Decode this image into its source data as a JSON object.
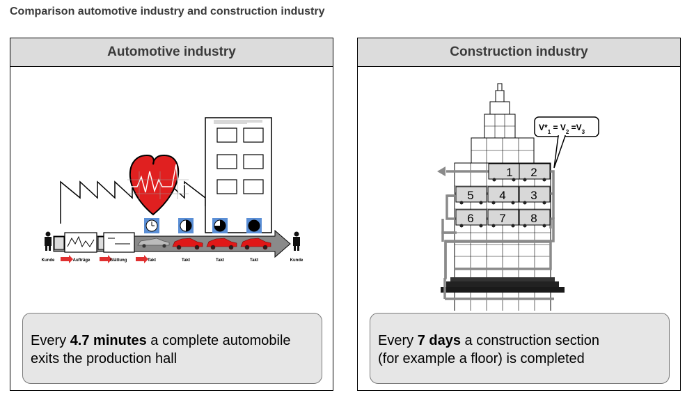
{
  "page": {
    "title": "Comparison automotive industry and construction industry"
  },
  "automotive": {
    "header": "Automotive industry",
    "flow_labels": [
      "Kunde",
      "Aufträge",
      "Glättung",
      "Takt",
      "Takt",
      "Takt",
      "Takt",
      "Kunde"
    ],
    "caption": {
      "pre": "Every ",
      "bold": "4.7 minutes",
      "post": " a complete automobile",
      "line2": "exits the production hall"
    },
    "colors": {
      "heart": "#e02020",
      "car": "#e01818",
      "arrow": "#888888",
      "clock_bg": "#5b8fd6"
    }
  },
  "construction": {
    "header": "Construction industry",
    "callout": {
      "v1": "V*",
      "s1": "1",
      "eq1": " = V",
      "s2": "2",
      "eq2": " =V",
      "s3": "3"
    },
    "sections": [
      "1",
      "2",
      "5",
      "4",
      "3",
      "6",
      "7",
      "8"
    ],
    "caption": {
      "pre": "Every ",
      "bold": "7 days",
      "post": " a construction section",
      "line2": "(for example a floor) is completed"
    }
  }
}
